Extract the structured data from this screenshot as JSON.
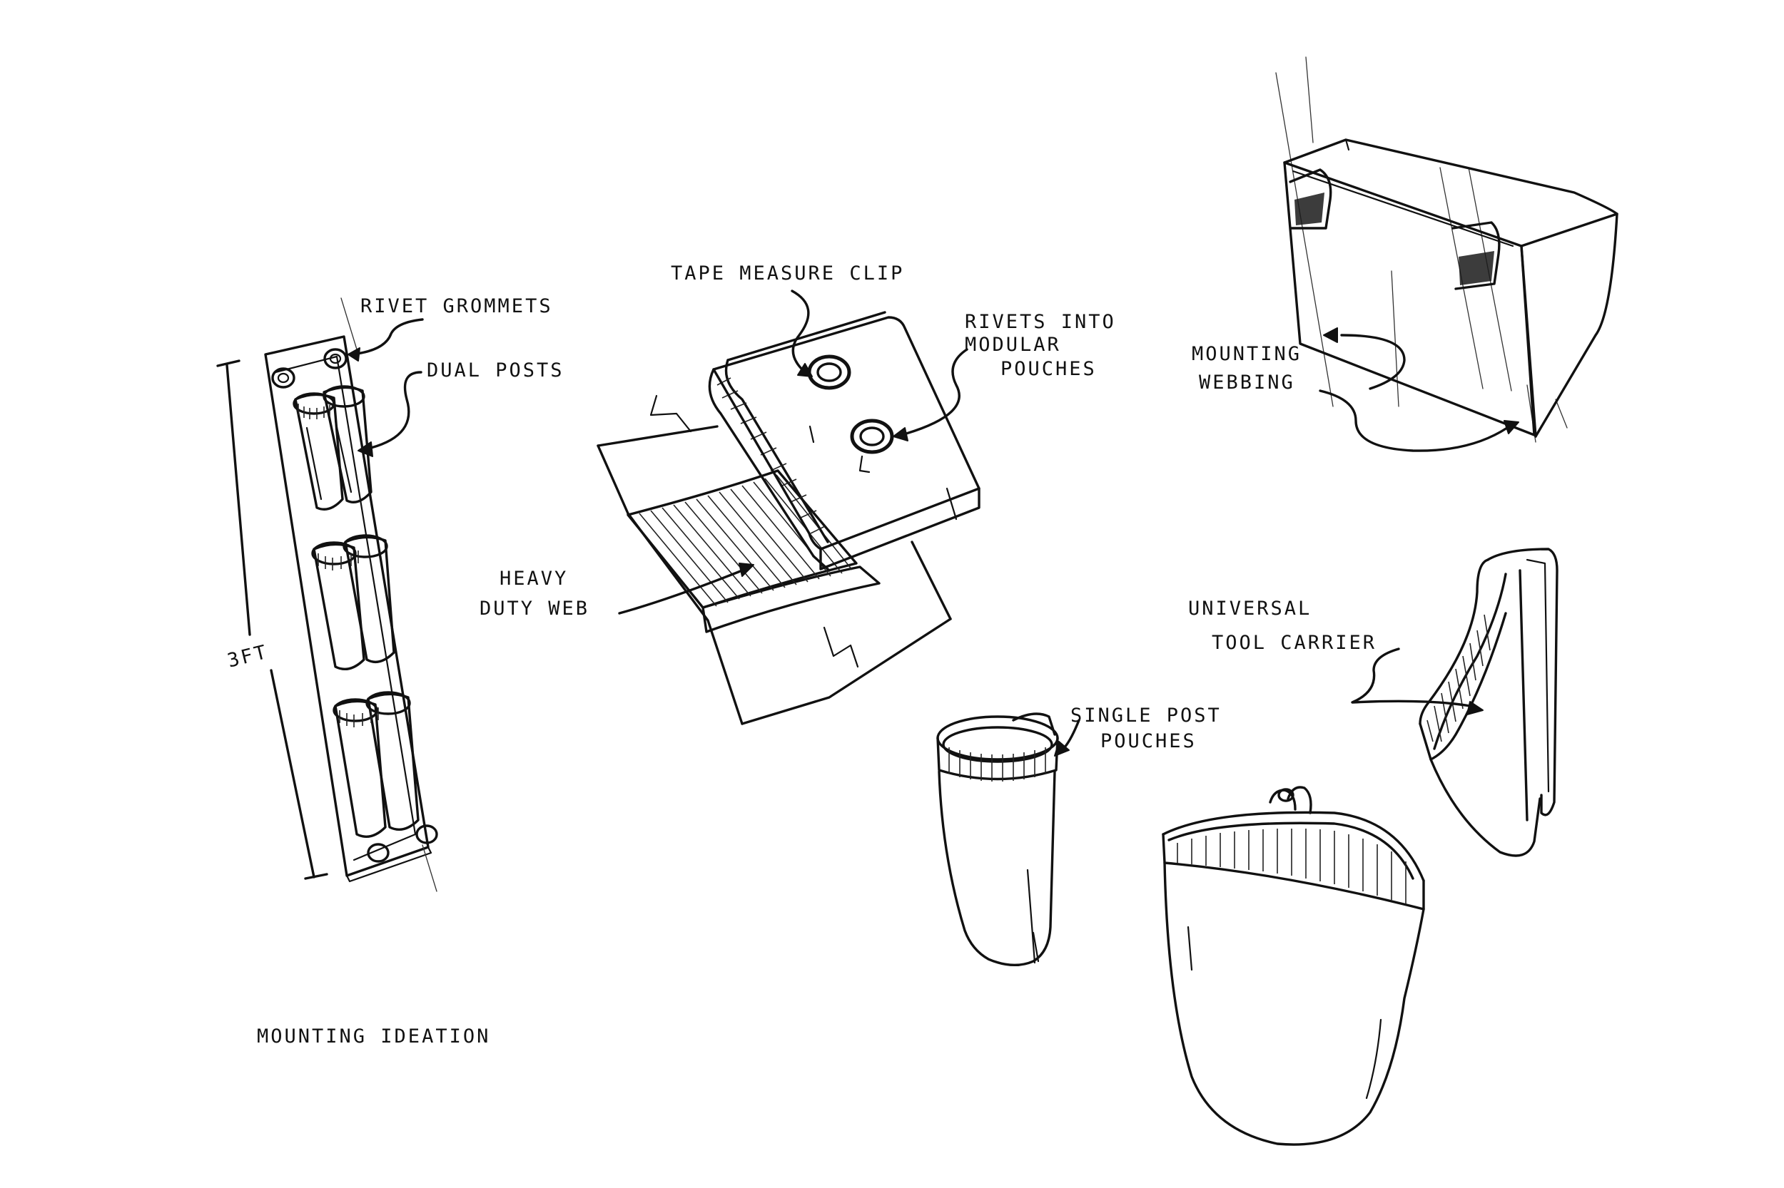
{
  "labels": {
    "rivet_grommets": "RIVET GROMMETS",
    "dual_posts": "DUAL POSTS",
    "dimension": "3FT",
    "tape_measure_clip": "TAPE MEASURE CLIP",
    "rivets_line1": "RIVETS INTO",
    "rivets_line2": "MODULAR",
    "rivets_line3": "POUCHES",
    "mounting_webbing_line1": "MOUNTING",
    "mounting_webbing_line2": "WEBBING",
    "heavy_duty_line1": "HEAVY",
    "heavy_duty_line2": "DUTY WEB",
    "universal_line1": "UNIVERSAL",
    "universal_line2": "TOOL CARRIER",
    "single_post_line1": "SINGLE POST",
    "single_post_line2": "POUCHES",
    "sheet_title": "MOUNTING IDEATION"
  },
  "colors": {
    "ink": "#111111",
    "paper": "#ffffff"
  }
}
